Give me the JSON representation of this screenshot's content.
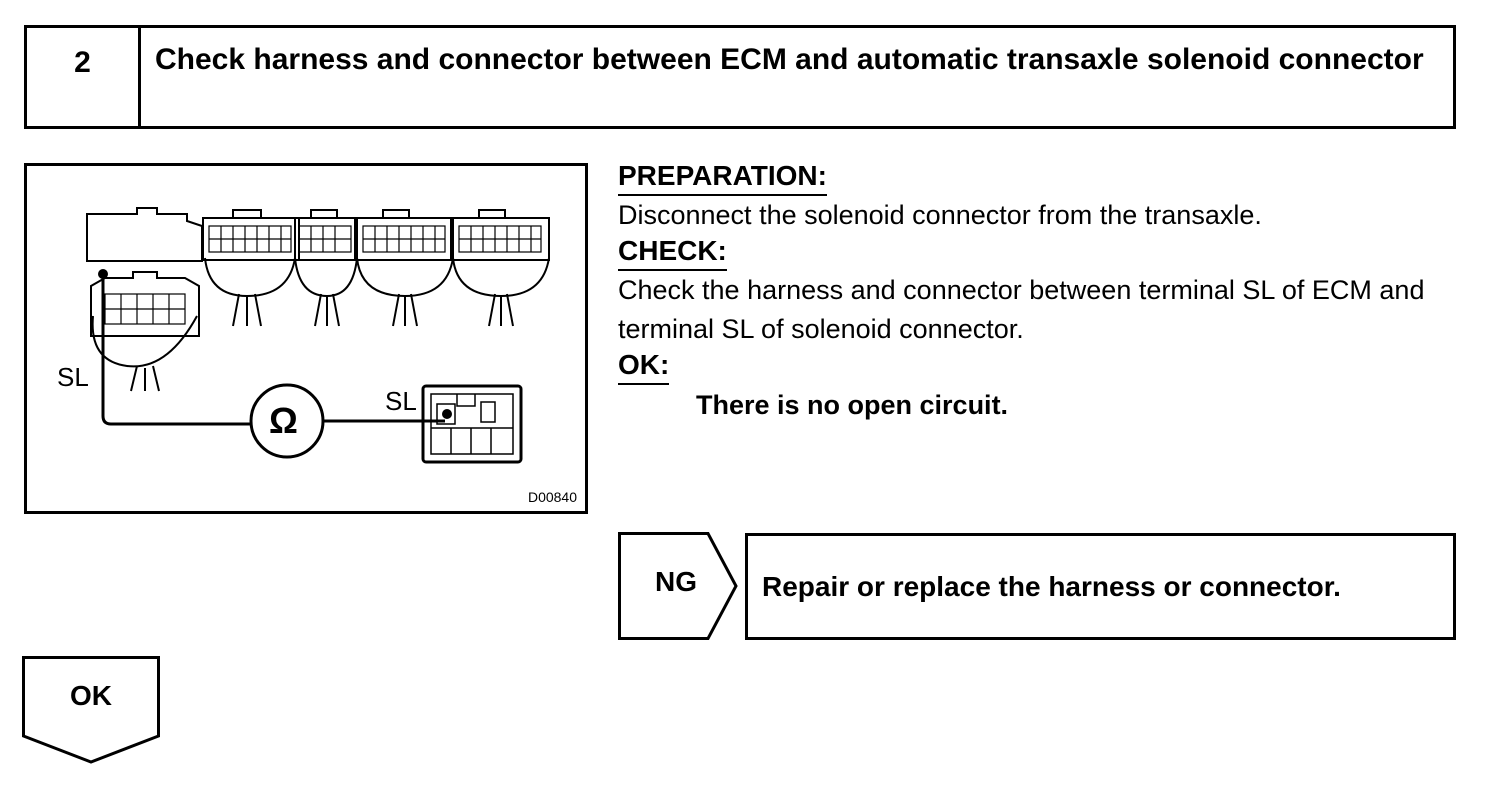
{
  "step": {
    "number": "2",
    "title": "Check harness and connector between ECM and automatic transaxle solenoid connector"
  },
  "diagram": {
    "left_terminal_label": "SL",
    "right_terminal_label": "SL",
    "meter_symbol": "Ω",
    "figure_code": "D00840"
  },
  "instructions": {
    "preparation_heading": "PREPARATION:",
    "preparation_text": "Disconnect the solenoid connector from the transaxle.",
    "check_heading": "CHECK:",
    "check_text": "Check the harness and connector between terminal SL of ECM and terminal SL of solenoid connector.",
    "ok_heading": "OK:",
    "ok_text": "There is no open circuit."
  },
  "results": {
    "ng_label": "NG",
    "ng_action": "Repair or replace the harness or connector.",
    "ok_label": "OK"
  }
}
